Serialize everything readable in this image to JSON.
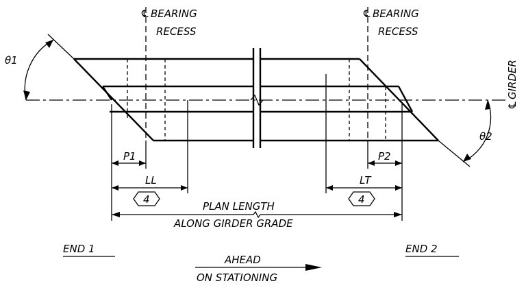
{
  "labels": {
    "bearing_left": "BEARING",
    "recess_left": "RECESS",
    "bearing_right": "BEARING",
    "recess_right": "RECESS",
    "girder": "GIRDER",
    "theta1": "θ1",
    "theta2": "θ2",
    "p1": "P1",
    "p2": "P2",
    "ll": "LL",
    "lt": "LT",
    "note_left": "4",
    "note_right": "4",
    "plan_length": "PLAN LENGTH",
    "along_girder_grade": "ALONG GIRDER GRADE",
    "end1": "END 1",
    "end2": "END 2",
    "ahead": "AHEAD",
    "on_stationing": "ON STATIONING",
    "centerline_symbol": "℄"
  },
  "colors": {
    "ink": "#000000",
    "background": "#ffffff"
  }
}
